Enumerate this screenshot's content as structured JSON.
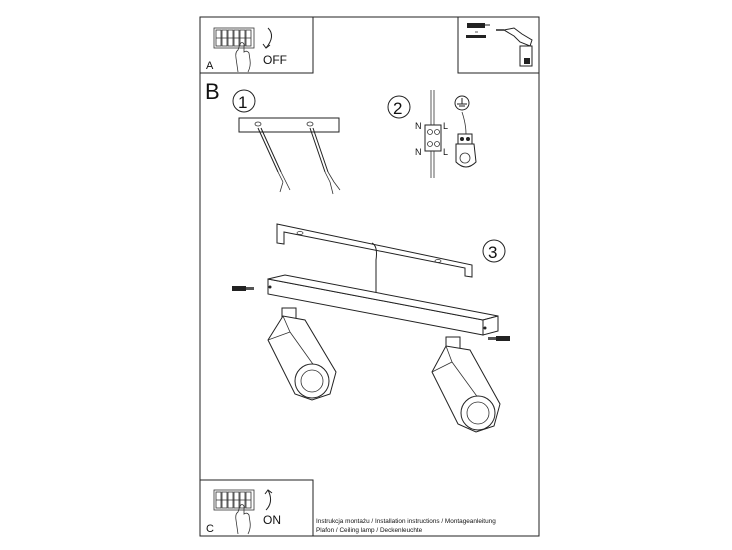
{
  "panel_a": {
    "letter": "A",
    "switch_label": "OFF"
  },
  "panel_b": {
    "letter": "B",
    "steps": [
      "1",
      "2",
      "3"
    ]
  },
  "panel_c": {
    "letter": "C",
    "switch_label": "ON"
  },
  "terminal_labels": {
    "n_top": "N",
    "l_top": "L",
    "n_bottom": "N",
    "l_bottom": "L"
  },
  "footer": {
    "line1": "Instrukcja montażu / Installation instructions / Montageanleitung",
    "line2": "Plafon / Ceiling lamp / Deckenleuchte"
  },
  "icons": [
    "hand-icon",
    "arrow-off-icon",
    "arrow-on-icon",
    "drill-icon",
    "wall-plug-icon",
    "screw-icon",
    "ground-icon"
  ]
}
